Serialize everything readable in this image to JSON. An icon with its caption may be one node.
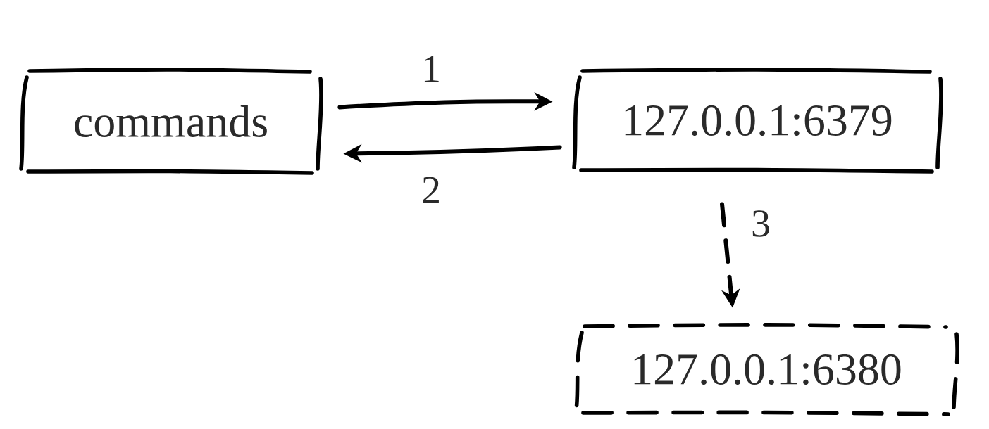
{
  "diagram": {
    "nodes": [
      {
        "text": [
          "commands"
        ]
      },
      {
        "text": [
          "127.0.0.1:6379"
        ]
      },
      {
        "text": [
          "127.0.0.1:6380"
        ]
      }
    ],
    "edges": [
      {
        "from": 0,
        "to": 1,
        "arrow": "to",
        "label": "1"
      },
      {
        "from": 1,
        "to": 0,
        "arrow": "to",
        "label": "2"
      },
      {
        "from": 1,
        "to": 2,
        "arrow": "to",
        "label": "3",
        "style": "dashed"
      }
    ]
  }
}
